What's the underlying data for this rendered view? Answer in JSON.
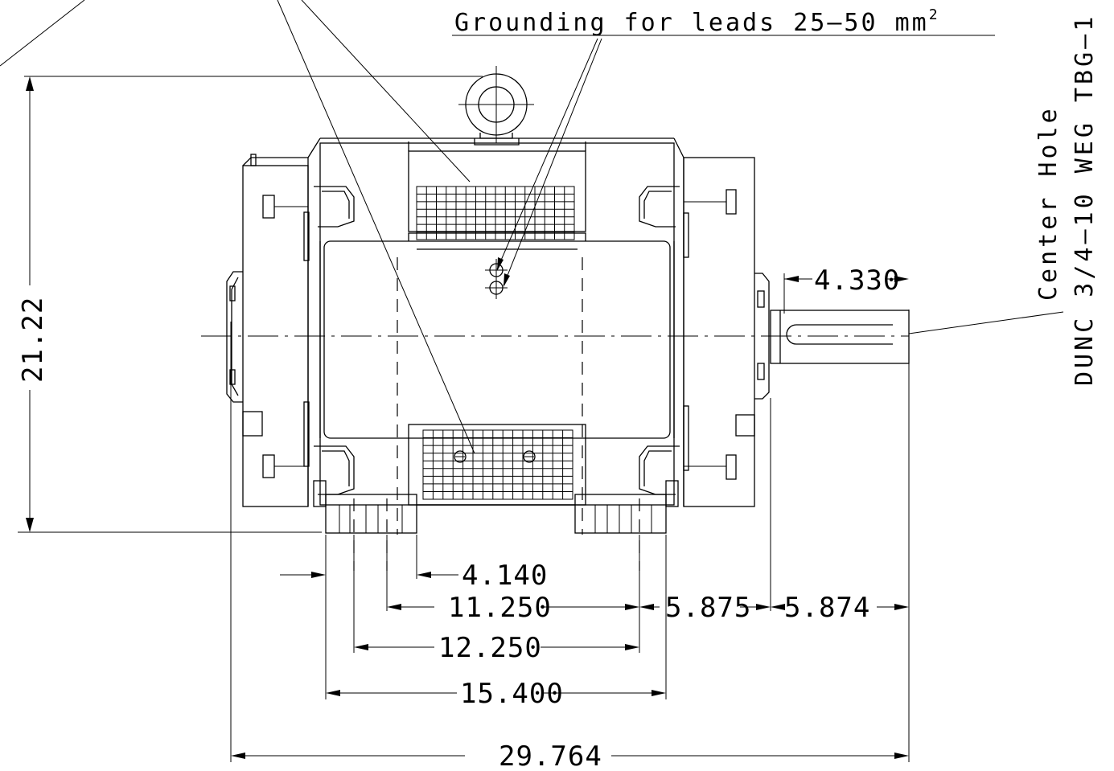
{
  "labels": {
    "grounding_note": "Grounding for leads  25–50 mm",
    "grounding_sup": "2",
    "center_hole_title": "Center Hole",
    "center_hole_spec": "DUNC 3/4–10 WEG TBG–1"
  },
  "dimensions": {
    "overall_height": "21.22",
    "shaft_extension": "4.330",
    "foot_width": "4.140",
    "mount_holes_spacing": "11.250",
    "bearing_to_shoulder": "5.875",
    "shaft_length": "5.874",
    "mount_hole_centers": "12.250",
    "base_length": "15.400",
    "overall_length": "29.764"
  }
}
